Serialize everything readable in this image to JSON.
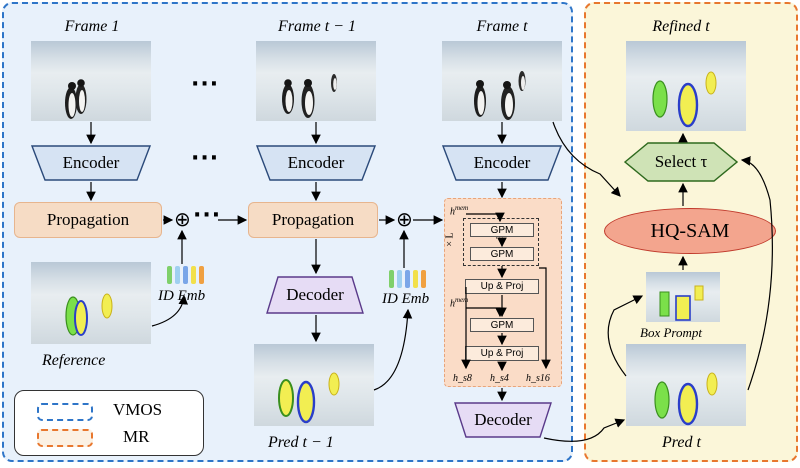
{
  "frames": {
    "frame1_title": "Frame 1",
    "frame_prev_title": "Frame t − 1",
    "frame_t_title": "Frame t",
    "refined_title": "Refined t"
  },
  "modules": {
    "encoder": "Encoder",
    "propagation": "Propagation",
    "decoder": "Decoder",
    "select": "Select τ",
    "hqsam": "HQ-SAM"
  },
  "ellipsis": "···",
  "oplus": "⊕",
  "captions": {
    "reference": "Reference",
    "id_emb": "ID Emb",
    "pred_prev": "Pred t − 1",
    "pred_t": "Pred t",
    "box_prompt": "Box Prompt"
  },
  "gpm_panel": {
    "h_mem": "h",
    "h_mem_sup": "mem",
    "times_l": "× L",
    "gpm": "GPM",
    "vdots": "···",
    "up_proj": "Up & Proj",
    "h_s8": "h_s8",
    "h_s4": "h_s4",
    "h_s16": "h_s16"
  },
  "legend": {
    "vmos": "VMOS",
    "mr": "MR"
  },
  "colors": {
    "vmos_border": "#2e75c8",
    "mr_border": "#e8772e",
    "encoder_fill": "#d6e3f3",
    "decoder_fill": "#e6dcf5",
    "select_fill": "#cfe3b6",
    "mask_green": "#7be04a",
    "mask_yellow": "#f2ee52",
    "mask_blue": "#2a3ec9"
  }
}
